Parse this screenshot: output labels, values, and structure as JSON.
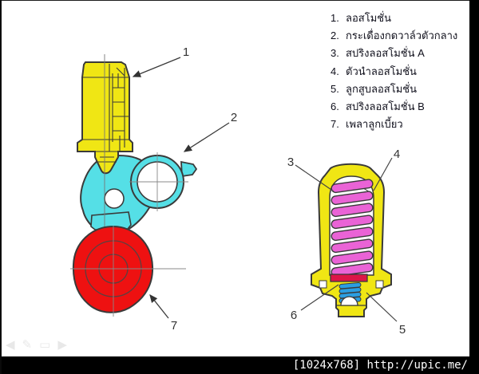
{
  "legend": {
    "items": [
      {
        "number": "1.",
        "text": "ลอสโมชั่น"
      },
      {
        "number": "2.",
        "text": "กระเดื่องกดวาล์วตัวกลาง"
      },
      {
        "number": "3.",
        "text": "สปริงลอสโมชั่น A"
      },
      {
        "number": "4.",
        "text": "ตัวนำลอสโมชั่น"
      },
      {
        "number": "5.",
        "text": "ลูกสูบลอสโมชั่น"
      },
      {
        "number": "6.",
        "text": "สปริงลอสโมชั่น B"
      },
      {
        "number": "7.",
        "text": "เพลาลูกเบี้ยว"
      }
    ]
  },
  "callouts": {
    "c1": "1",
    "c2": "2",
    "c3": "3",
    "c4": "4",
    "c5": "5",
    "c6": "6",
    "c7": "7"
  },
  "watermark": {
    "text": "[1024x768] http://upic.me/"
  },
  "toolbar": {
    "icons": [
      {
        "name": "prev-arrow-icon",
        "glyph": "◀"
      },
      {
        "name": "edit-pencil-icon",
        "glyph": "✎"
      },
      {
        "name": "image-icon",
        "glyph": "▭"
      },
      {
        "name": "next-arrow-icon",
        "glyph": "▶"
      }
    ]
  },
  "colors": {
    "lost_motion_yellow": "#f0e614",
    "rocker_cyan": "#55dfe6",
    "cam_red": "#ee1111",
    "spring_a_pink": "#ea63d6",
    "piston_crimson": "#dc1547",
    "spring_b_blue": "#2b9fe2",
    "outline": "#3a3a3a",
    "watermark_bar": "#000000"
  }
}
